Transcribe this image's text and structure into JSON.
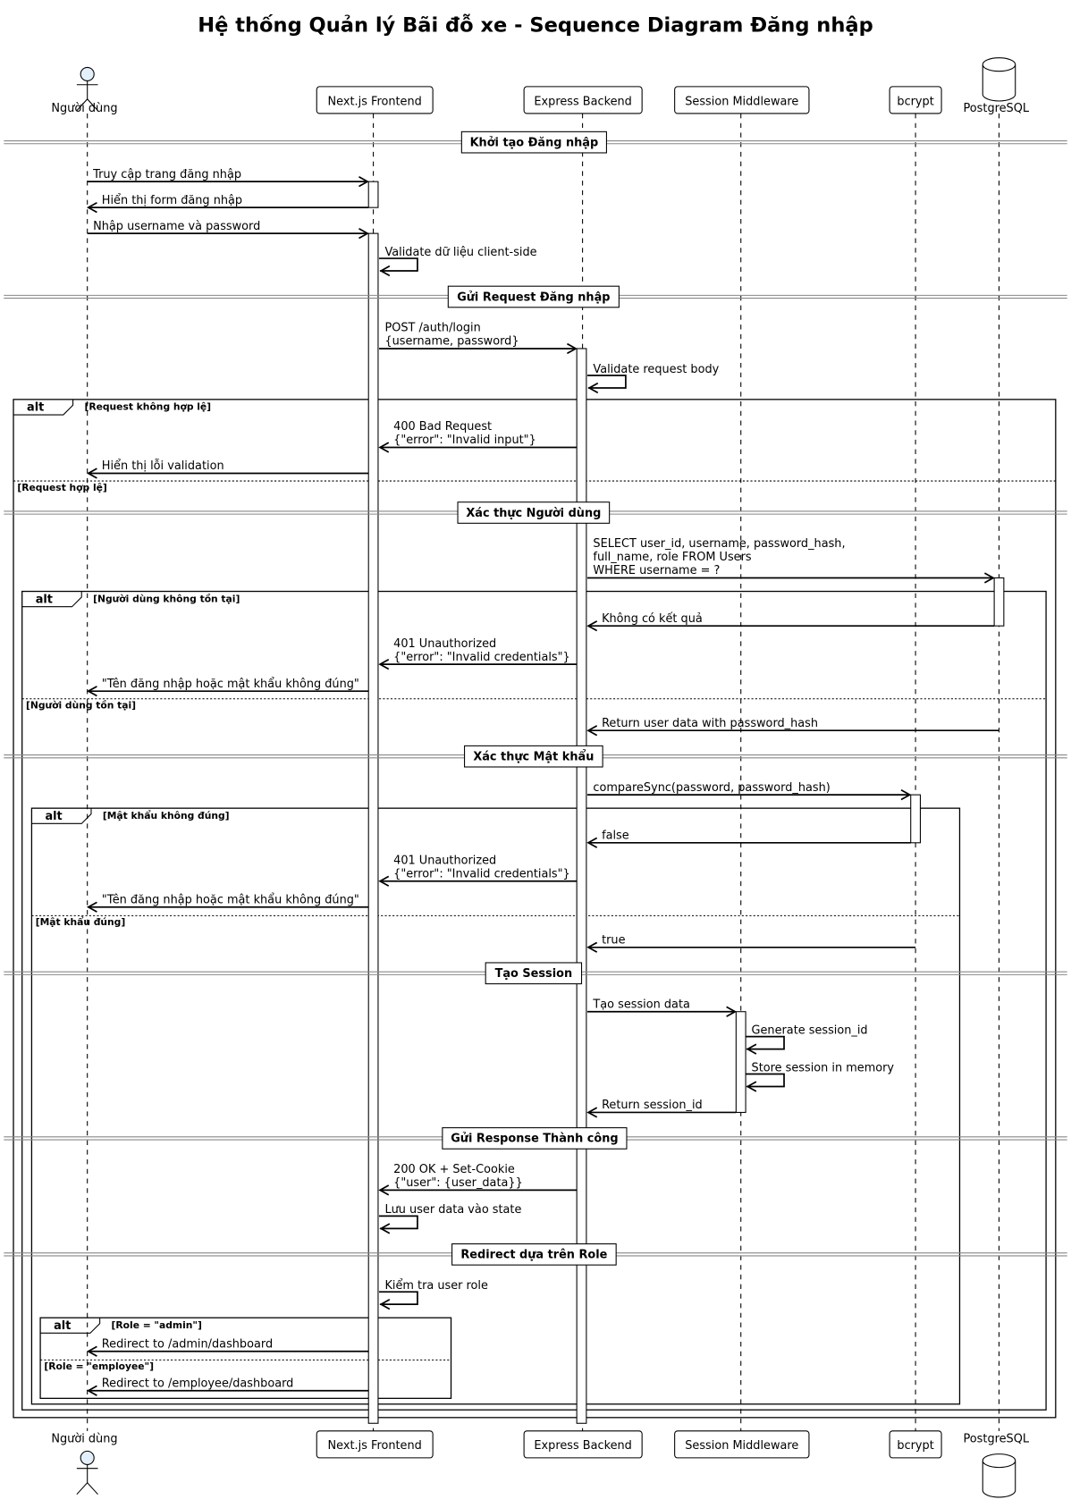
{
  "title": "Hệ thống Quản lý Bãi đỗ xe - Sequence Diagram Đăng nhập",
  "participants": [
    {
      "name": "Người dùng",
      "kind": "actor"
    },
    {
      "name": "Next.js Frontend",
      "kind": "participant"
    },
    {
      "name": "Express Backend",
      "kind": "participant"
    },
    {
      "name": "Session Middleware",
      "kind": "participant"
    },
    {
      "name": "bcrypt",
      "kind": "participant"
    },
    {
      "name": "PostgreSQL",
      "kind": "database"
    }
  ],
  "dividers": [
    "Khởi tạo Đăng nhập",
    "Gửi Request Đăng nhập",
    "Xác thực Người dùng",
    "Xác thực Mật khẩu",
    "Tạo Session",
    "Gửi Response Thành công",
    "Redirect dựa trên Role"
  ],
  "messages": [
    {
      "lines": [
        "Truy cập trang đăng nhập"
      ]
    },
    {
      "lines": [
        "Hiển thị form đăng nhập"
      ]
    },
    {
      "lines": [
        "Nhập username và password"
      ]
    },
    {
      "lines": [
        "Validate dữ liệu client-side"
      ]
    },
    {
      "lines": [
        "POST /auth/login",
        "{username, password}"
      ]
    },
    {
      "lines": [
        "Validate request body"
      ]
    },
    {
      "lines": [
        "400 Bad Request",
        "{\"error\": \"Invalid input\"}"
      ]
    },
    {
      "lines": [
        "Hiển thị lỗi validation"
      ]
    },
    {
      "lines": [
        "SELECT user_id, username, password_hash,",
        "full_name, role FROM Users",
        "WHERE username = ?"
      ]
    },
    {
      "lines": [
        "Không có kết quả"
      ]
    },
    {
      "lines": [
        "401 Unauthorized",
        "{\"error\": \"Invalid credentials\"}"
      ]
    },
    {
      "lines": [
        "\"Tên đăng nhập hoặc mật khẩu không đúng\""
      ]
    },
    {
      "lines": [
        "Return user data with password_hash"
      ]
    },
    {
      "lines": [
        "compareSync(password, password_hash)"
      ]
    },
    {
      "lines": [
        "false"
      ]
    },
    {
      "lines": [
        "401 Unauthorized",
        "{\"error\": \"Invalid credentials\"}"
      ]
    },
    {
      "lines": [
        "\"Tên đăng nhập hoặc mật khẩu không đúng\""
      ]
    },
    {
      "lines": [
        "true"
      ]
    },
    {
      "lines": [
        "Tạo session data"
      ]
    },
    {
      "lines": [
        "Generate session_id"
      ]
    },
    {
      "lines": [
        "Store session in memory"
      ]
    },
    {
      "lines": [
        "Return session_id"
      ]
    },
    {
      "lines": [
        "200 OK + Set-Cookie",
        "{\"user\": {user_data}}"
      ]
    },
    {
      "lines": [
        "Lưu user data vào state"
      ]
    },
    {
      "lines": [
        "Kiểm tra user role"
      ]
    },
    {
      "lines": [
        "Redirect to /admin/dashboard"
      ]
    },
    {
      "lines": [
        "Redirect to /employee/dashboard"
      ]
    }
  ],
  "alt_frames": [
    {
      "keyword": "alt",
      "guards": [
        "[Request không hợp lệ]",
        "[Request hợp lệ]"
      ]
    },
    {
      "keyword": "alt",
      "guards": [
        "[Người dùng không tồn tại]",
        "[Người dùng tồn tại]"
      ]
    },
    {
      "keyword": "alt",
      "guards": [
        "[Mật khẩu không đúng]",
        "[Mật khẩu đúng]"
      ]
    },
    {
      "keyword": "alt",
      "guards": [
        "[Role = \"admin\"]",
        "[Role = \"employee\"]"
      ]
    }
  ],
  "colors": {
    "actor_fill": "#e2f0fb",
    "line": "#000000",
    "divider": "#888888"
  }
}
